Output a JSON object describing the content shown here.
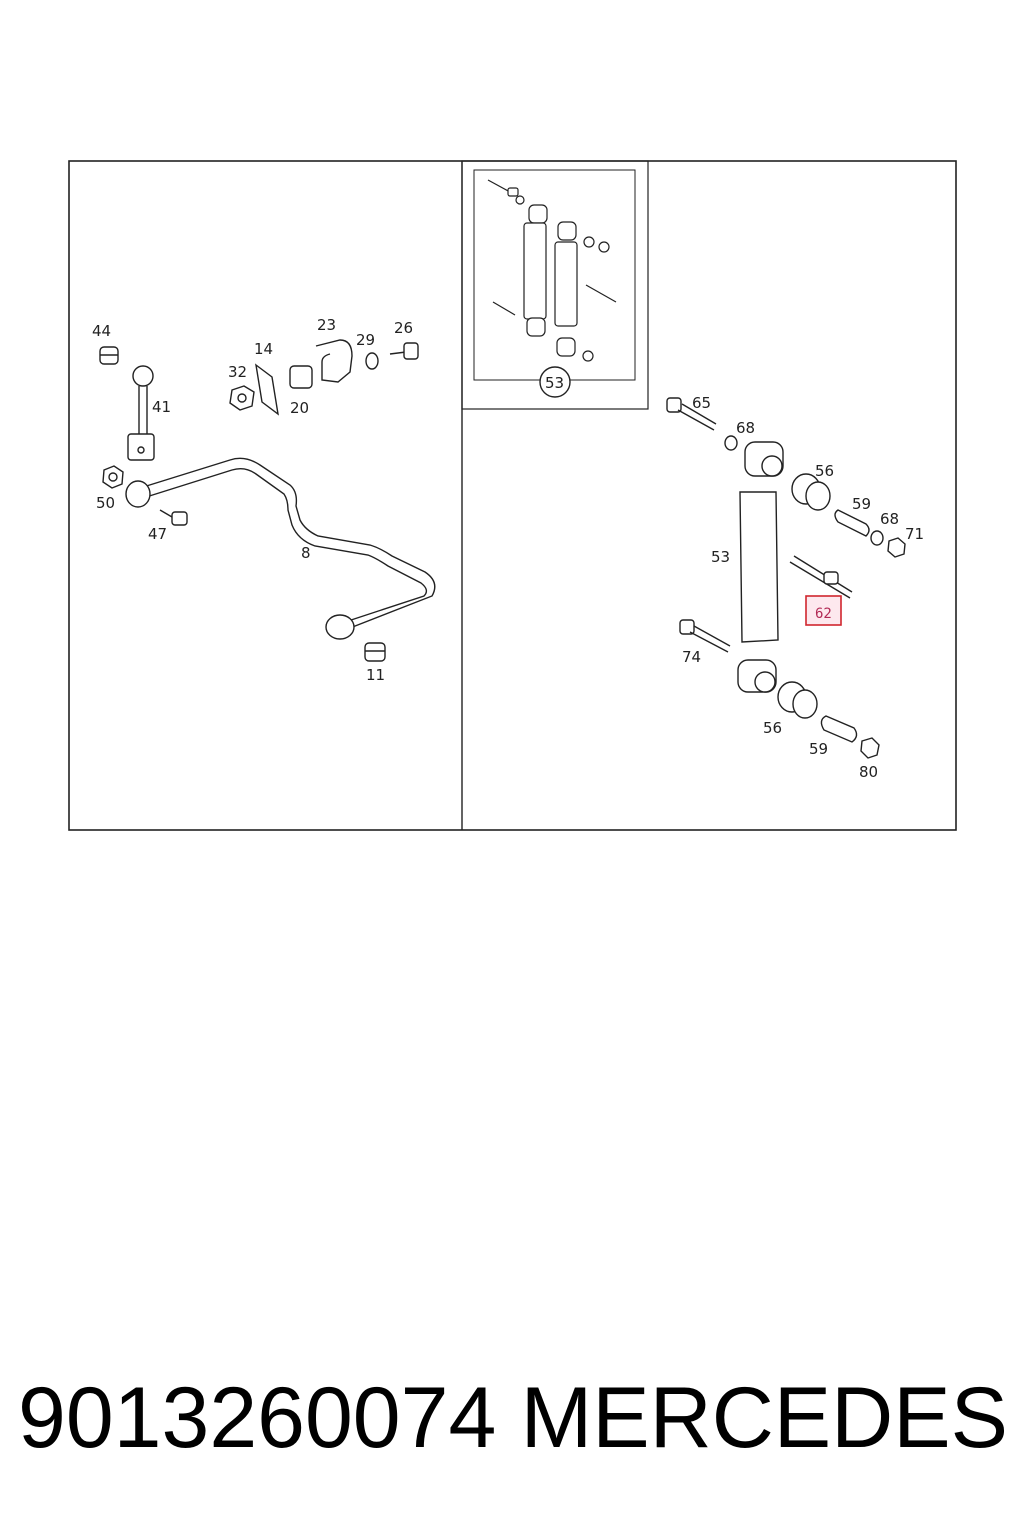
{
  "diagram": {
    "callouts": {
      "p44": "44",
      "p41": "41",
      "p50": "50",
      "p47": "47",
      "p32": "32",
      "p14": "14",
      "p20": "20",
      "p23": "23",
      "p29": "29",
      "p26": "26",
      "p8": "8",
      "p11": "11",
      "p53_inset": "53",
      "p65": "65",
      "p68a": "68",
      "p56a": "56",
      "p59a": "59",
      "p68b": "68",
      "p71": "71",
      "p53": "53",
      "p62": "62",
      "p74": "74",
      "p56b": "56",
      "p59b": "59",
      "p80": "80"
    },
    "highlight_color": "#d0262e"
  },
  "caption": {
    "part_number": "9013260074",
    "brand": "MERCEDES"
  }
}
